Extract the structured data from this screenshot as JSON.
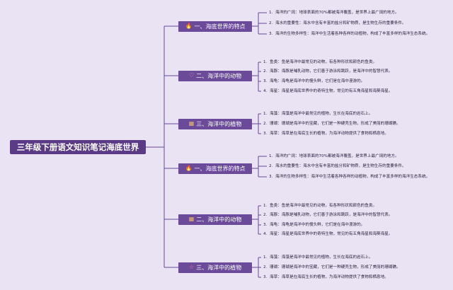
{
  "root": "三年级下册语文知识笔记海底世界",
  "colors": {
    "background": "#e9e3f3",
    "root": "#5b3b86",
    "topic": "#6a4a99",
    "line": "#6a4a99"
  },
  "branches": [
    {
      "title": "一、海底世界的特点",
      "icon": "flame-icon",
      "glyph": "🔥",
      "icon_color": "#f26a1b",
      "items": [
        {
          "num": "1.",
          "text": "海洋的广阔：地球表面的70%都被海洋覆盖，是世界上最广阔的地方。"
        },
        {
          "num": "2.",
          "text": "海水的重要性：海水中含有丰富的盐分和矿物质，是生物生存的重要条件。"
        },
        {
          "num": "3.",
          "text": "海洋的生物多样性：海洋中生活着各种各样的动植物，构成了丰富多样的海洋生态系统。"
        }
      ]
    },
    {
      "title": "二、海洋中的动物",
      "icon": "heart-icon",
      "glyph": "♡",
      "icon_color": "#ff8fb4",
      "items": [
        {
          "num": "1.",
          "text": "鱼类：鱼是海洋中最常见的动物，有各种形状和颜色的鱼类。"
        },
        {
          "num": "2.",
          "text": "海豚：海豚是哺乳动物，它们善于游泳和跳跃，是海洋中的智慧代表。"
        },
        {
          "num": "3.",
          "text": "海龟：海龟是海洋中的慢头鲜，它们是在海中漫游的。"
        },
        {
          "num": "4.",
          "text": "海星：海星是海底世界中的奇特生物，常见的有五角海星和海葵海星。"
        }
      ]
    },
    {
      "title": "三、海洋中的植物",
      "icon": "grid-icon",
      "glyph": "▦",
      "icon_color": "#e8b96a",
      "items": [
        {
          "num": "1.",
          "text": "海藻：海藻是海洋中最常见的植物，生长在海底的岩石上。"
        },
        {
          "num": "2.",
          "text": "珊瑚：珊瑚是海洋中的宝藏，它们是一种硬壳生物，形成了美丽的珊瑚礁。"
        },
        {
          "num": "3.",
          "text": "海草：海草是在海底生长的植物，为海洋动物提供了食物和栖息地。"
        }
      ]
    },
    {
      "title": "一、海底世界的特点",
      "icon": "flame-icon",
      "glyph": "🔥",
      "icon_color": "#f26a1b",
      "items": [
        {
          "num": "1.",
          "text": "海洋的广阔：地球表面的70%都被海洋覆盖，是世界上最广阔的地方。"
        },
        {
          "num": "2.",
          "text": "海水的重要性：海水中含有丰富的盐分和矿物质，是生物生存的重要条件。"
        },
        {
          "num": "3.",
          "text": "海洋的生物多样性：海洋中生活着各种各样的动植物，构成了丰富多样的海洋生态系统。"
        }
      ]
    },
    {
      "title": "二、海洋中的动物",
      "icon": "grid-icon",
      "glyph": "▦",
      "icon_color": "#e8b96a",
      "items": [
        {
          "num": "1.",
          "text": "鱼类：鱼是海洋中最常见的动物，有各种形状和颜色的鱼类。"
        },
        {
          "num": "2.",
          "text": "海豚：海豚是哺乳动物，它们善于游泳和跳跃，是海洋中的智慧代表。"
        },
        {
          "num": "3.",
          "text": "海龟：海龟是海洋中的慢头鲜，它们是在海中漫游的。"
        },
        {
          "num": "4.",
          "text": "海星：海星是海底世界中的奇特生物，常见的有五角海星和海葵海星。"
        }
      ]
    },
    {
      "title": "三、海洋中的植物",
      "icon": "star-icon",
      "glyph": "☆",
      "icon_color": "#ff7aa8",
      "items": [
        {
          "num": "1.",
          "text": "海藻：海藻是海洋中最常见的植物，生长在海底的岩石上。"
        },
        {
          "num": "2.",
          "text": "珊瑚：珊瑚是海洋中的宝藏，它们是一种硬壳生物，形成了美丽的珊瑚礁。"
        },
        {
          "num": "3.",
          "text": "海草：海草是在海底生长的植物，为海洋动物提供了食物和栖息地。"
        }
      ]
    }
  ]
}
